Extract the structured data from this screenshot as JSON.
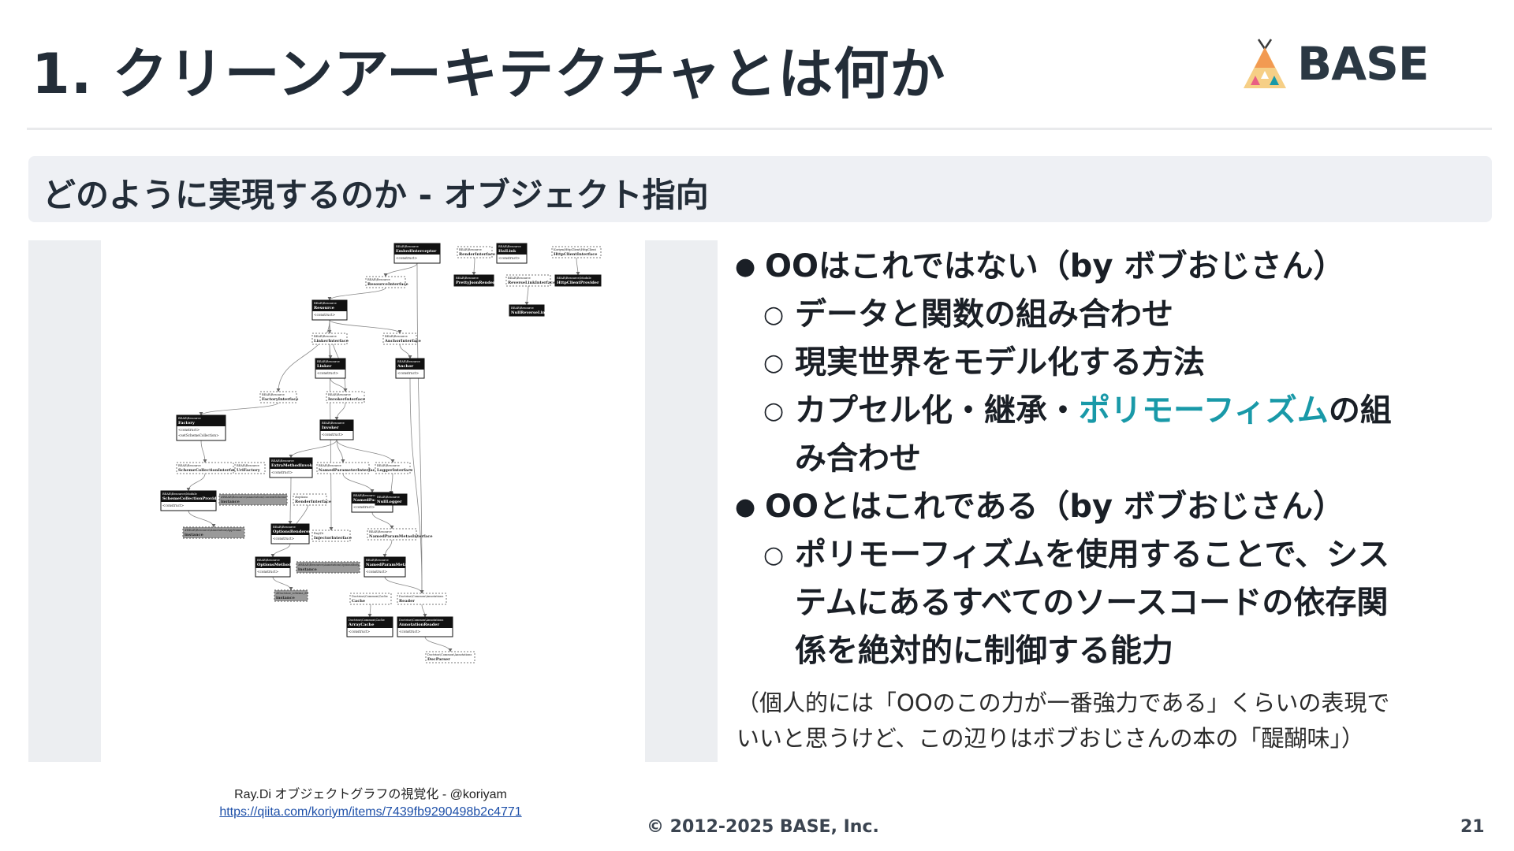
{
  "header": {
    "title": "1. クリーンアーキテクチャとは何か",
    "logo_text": "BASE"
  },
  "subheader": {
    "text": "どのように実現するのか - オブジェクト指向"
  },
  "diagram": {
    "nodes": [
      {
        "ns": "BEAR\\Resource",
        "name": "EmbedInterceptor",
        "members": [
          "<construct>"
        ],
        "style": "dark"
      },
      {
        "ns": "BEAR\\Resource",
        "name": "RenderInterface",
        "members": [],
        "style": "dashed"
      },
      {
        "ns": "BEAR\\Resource",
        "name": "HalLink",
        "members": [
          "<construct>"
        ],
        "style": "dark"
      },
      {
        "ns": "Koriym\\HttpClient\\HttpClient",
        "name": "HttpClientInterface",
        "members": [],
        "style": "dashed"
      },
      {
        "ns": "BEAR\\Resource",
        "name": "PrettyJsonRenderer",
        "members": [],
        "style": "dark"
      },
      {
        "ns": "BEAR\\Resource",
        "name": "ReverseLinkInterface",
        "members": [],
        "style": "dashed"
      },
      {
        "ns": "BEAR\\Resource\\Module",
        "name": "HttpClientProvider",
        "members": [],
        "style": "dark"
      },
      {
        "ns": "BEAR\\Resource",
        "name": "ResourceInterface",
        "members": [],
        "style": "dashed"
      },
      {
        "ns": "BEAR\\Resource",
        "name": "NullReverseLink",
        "members": [],
        "style": "dark"
      },
      {
        "ns": "BEAR\\Resource",
        "name": "Resource",
        "members": [
          "<construct>"
        ],
        "style": "dark"
      },
      {
        "ns": "BEAR\\Resource",
        "name": "LinkerInterface",
        "members": [],
        "style": "dashed"
      },
      {
        "ns": "BEAR\\Resource",
        "name": "AnchorInterface",
        "members": [],
        "style": "dashed"
      },
      {
        "ns": "BEAR\\Resource",
        "name": "Linker",
        "members": [
          "<construct>"
        ],
        "style": "dark"
      },
      {
        "ns": "BEAR\\Resource",
        "name": "Anchor",
        "members": [
          "<construct>"
        ],
        "style": "dark"
      },
      {
        "ns": "BEAR\\Resource",
        "name": "FactoryInterface",
        "members": [],
        "style": "dashed"
      },
      {
        "ns": "BEAR\\Resource",
        "name": "InvokerInterface",
        "members": [],
        "style": "dashed"
      },
      {
        "ns": "BEAR\\Resource",
        "name": "Factory",
        "members": [
          "<construct>",
          "<setSchemeCollection>"
        ],
        "style": "dark"
      },
      {
        "ns": "BEAR\\Resource",
        "name": "Invoker",
        "members": [
          "<construct>"
        ],
        "style": "dark"
      },
      {
        "ns": "BEAR\\Resource",
        "name": "SchemeCollectionInterface",
        "members": [],
        "style": "dashed"
      },
      {
        "ns": "BEAR\\Resource",
        "name": "UriFactory",
        "members": [],
        "style": "dashed"
      },
      {
        "ns": "BEAR\\Resource",
        "name": "ExtraMethodInvoker",
        "members": [
          "<construct>"
        ],
        "style": "dark"
      },
      {
        "ns": "BEAR\\Resource",
        "name": "NamedParameterInterface",
        "members": [],
        "style": "dashed"
      },
      {
        "ns": "BEAR\\Resource",
        "name": "LoggerInterface",
        "members": [],
        "style": "dashed"
      },
      {
        "ns": "BEAR\\Resource\\Module",
        "name": "SchemeCollectionProvider",
        "members": [
          "<construct>"
        ],
        "style": "dark"
      },
      {
        "ns": "#BEAR\\Resource\\Annotation\\ContextScheme",
        "name": "instance",
        "members": [],
        "style": "gray"
      },
      {
        "ns": "#options",
        "name": "RenderInterface",
        "members": [],
        "style": "dashed"
      },
      {
        "ns": "BEAR\\Resource",
        "name": "NamedParameter",
        "members": [
          "<construct>"
        ],
        "style": "dark"
      },
      {
        "ns": "BEAR\\Resource",
        "name": "NullLogger",
        "members": [],
        "style": "dark"
      },
      {
        "ns": "#BEAR\\Resource\\Annotation\\AppName",
        "name": "instance",
        "members": [],
        "style": "gray"
      },
      {
        "ns": "BEAR\\Resource",
        "name": "OptionsRenderer",
        "members": [
          "<construct>"
        ],
        "style": "dark"
      },
      {
        "ns": "Ray\\Di",
        "name": "InjectorInterface",
        "members": [],
        "style": "dashed"
      },
      {
        "ns": "BEAR\\Resource",
        "name": "NamedParamMetasInterface",
        "members": [],
        "style": "dashed"
      },
      {
        "ns": "BEAR\\Resource",
        "name": "OptionsMethods",
        "members": [
          "<construct>"
        ],
        "style": "dark"
      },
      {
        "ns": "#BEAR\\Resource\\Annotation\\OptionsBody",
        "name": "instance",
        "members": [],
        "style": "gray"
      },
      {
        "ns": "BEAR\\Resource",
        "name": "NamedParamMetas",
        "members": [
          "<construct>"
        ],
        "style": "dark"
      },
      {
        "ns": "#Doctrine_schema_dir",
        "name": "instance",
        "members": [],
        "style": "gray"
      },
      {
        "ns": "Doctrine\\Common\\Cache",
        "name": "Cache",
        "members": [],
        "style": "dashed"
      },
      {
        "ns": "Doctrine\\Common\\Annotations",
        "name": "Reader",
        "members": [],
        "style": "dashed"
      },
      {
        "ns": "Doctrine\\Common\\Cache",
        "name": "ArrayCache",
        "members": [
          "<construct>"
        ],
        "style": "dark"
      },
      {
        "ns": "Doctrine\\Common\\Annotations",
        "name": "AnnotationReader",
        "members": [
          "<construct>"
        ],
        "style": "dark"
      },
      {
        "ns": "Doctrine\\Common\\Annotations",
        "name": "DocParser",
        "members": [],
        "style": "dashed"
      }
    ]
  },
  "caption": {
    "line1": "Ray.Di オブジェクトグラフの視覚化 - @koriyam",
    "link": "https://qiita.com/koriym/items/7439fb9290498b2c4771"
  },
  "bullets": {
    "b1": "OOはこれではない（by ボブおじさん）",
    "b1_1": "データと関数の組み合わせ",
    "b1_2": "現実世界をモデル化する方法",
    "b1_3_pre": "カプセル化・継承・",
    "b1_3_accent": "ポリモーフィズム",
    "b1_3_post": "の組",
    "b1_3_cont": "み合わせ",
    "b2": "OOとはこれである（by ボブおじさん）",
    "b2_1_l1": "ポリモーフィズムを使用することで、シス",
    "b2_1_l2": "テムにあるすべてのソースコードの依存関",
    "b2_1_l3": "係を絶対的に制御する能力"
  },
  "note": {
    "l1": "（個人的には「OOのこの力が一番強力である」くらいの表現で",
    "l2": "いいと思うけど、この辺りはボブおじさんの本の「醍醐味」）"
  },
  "footer": {
    "copyright": "© 2012-2025 BASE, Inc.",
    "page": "21"
  },
  "colors": {
    "accent": "#1999a8",
    "logo_orange": "#f29a52",
    "logo_teal": "#1999a8",
    "logo_pink": "#e95f84",
    "subheader_bg": "#eef0f4"
  }
}
